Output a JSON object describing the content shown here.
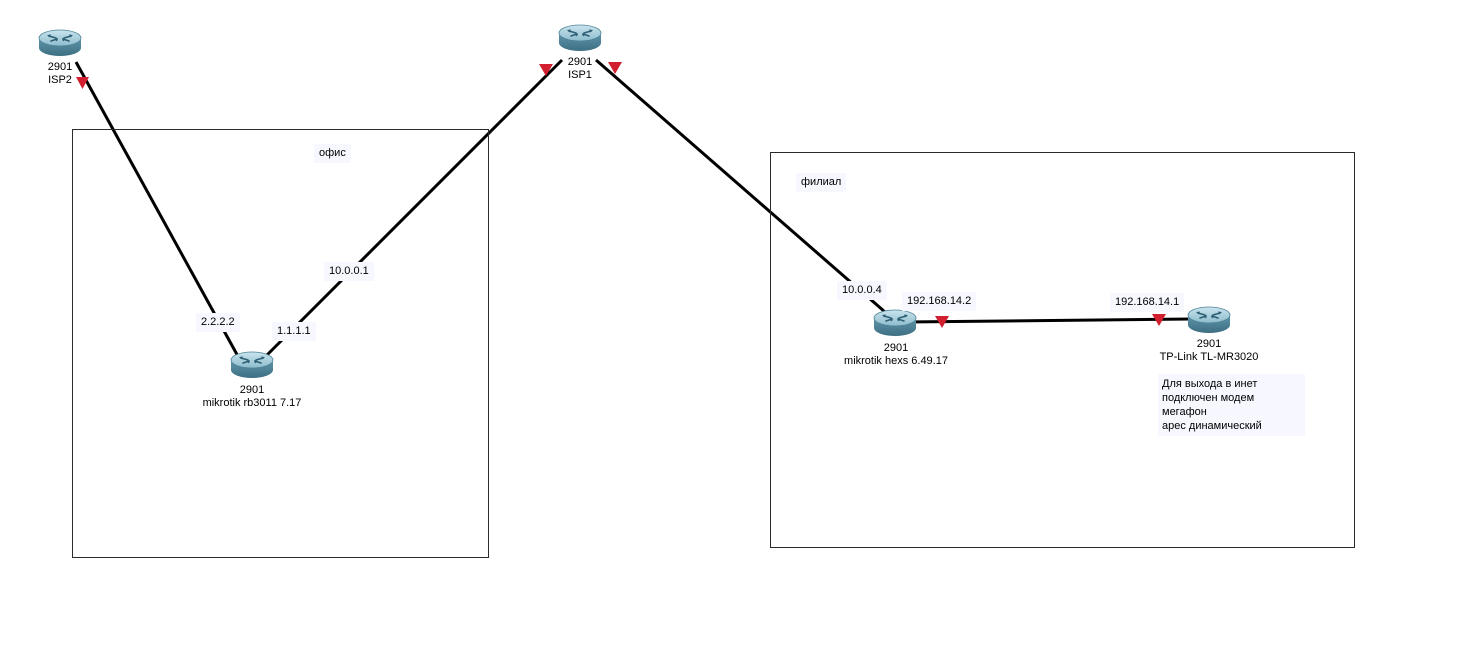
{
  "areas": {
    "office": {
      "label": "офис"
    },
    "branch": {
      "label": "филиал"
    }
  },
  "devices": {
    "isp2": {
      "model": "2901",
      "name": "ISP2",
      "icon": "router-icon"
    },
    "isp1": {
      "model": "2901",
      "name": "ISP1",
      "icon": "router-icon"
    },
    "office_router": {
      "model": "2901",
      "name": "mikrotik rb3011 7.17",
      "icon": "router-icon"
    },
    "branch_router": {
      "model": "2901",
      "name": "mikrotik hexs 6.49.17",
      "icon": "router-icon"
    },
    "tplink": {
      "model": "2901",
      "name": "TP-Link TL-MR3020",
      "icon": "router-icon"
    }
  },
  "ip_labels": {
    "office_isp2": "2.2.2.2",
    "office_isp1": "1.1.1.1",
    "isp1_to_office": "10.0.0.1",
    "isp1_to_branch": "10.0.0.4",
    "branch_lan": "192.168.14.2",
    "tplink_lan": "192.168.14.1"
  },
  "notes": {
    "tplink_note": [
      "Для выхода в инет",
      "подключен модем мегафон",
      "арес динамический"
    ]
  },
  "colors": {
    "link": "#000000",
    "link_down_marker": "#d21f2f",
    "label_background": "#f7f8ff",
    "router_body": "#6fa3b8"
  }
}
